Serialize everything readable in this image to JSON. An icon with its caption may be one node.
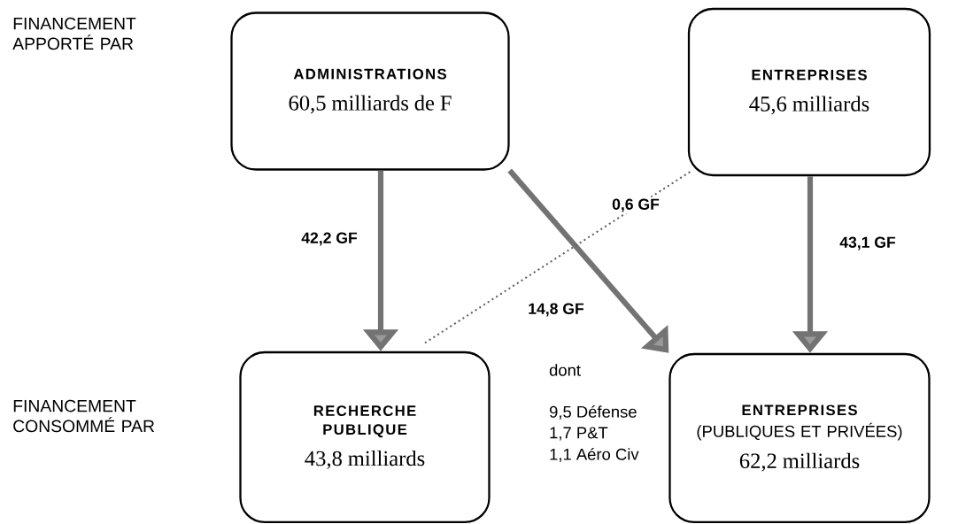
{
  "diagram": {
    "nodes": [
      {
        "text": [
          "ADMINISTRATIONS",
          "60,5 milliards de F"
        ]
      },
      {
        "text": [
          "ENTREPRISES",
          "45,6 milliards"
        ]
      },
      {
        "text": [
          "RECHERCHE PUBLIQUE",
          "43,8 milliards"
        ]
      },
      {
        "text": [
          "ENTREPRISES",
          "(PUBLIQUES ET PRIVÉES)",
          "62,2 milliards"
        ]
      }
    ],
    "edges": [
      {
        "from": 0,
        "to": 2,
        "arrow": "to",
        "label": "42,2 GF"
      },
      {
        "from": 0,
        "to": 3,
        "arrow": "to",
        "label": "14,8 GF"
      },
      {
        "from": 1,
        "to": 2,
        "arrow": "none",
        "label": "0,6 GF",
        "style": "dashed"
      },
      {
        "from": 1,
        "to": 3,
        "arrow": "to",
        "label": "43,1 GF"
      }
    ],
    "labels": [
      "FINANCEMENT APPORTÉ PAR",
      "FINANCEMENT CONSOMMÉ PAR",
      "dont",
      "9,5 Défense",
      "1,7 P&T",
      "1,1 Aéro Civ"
    ]
  }
}
